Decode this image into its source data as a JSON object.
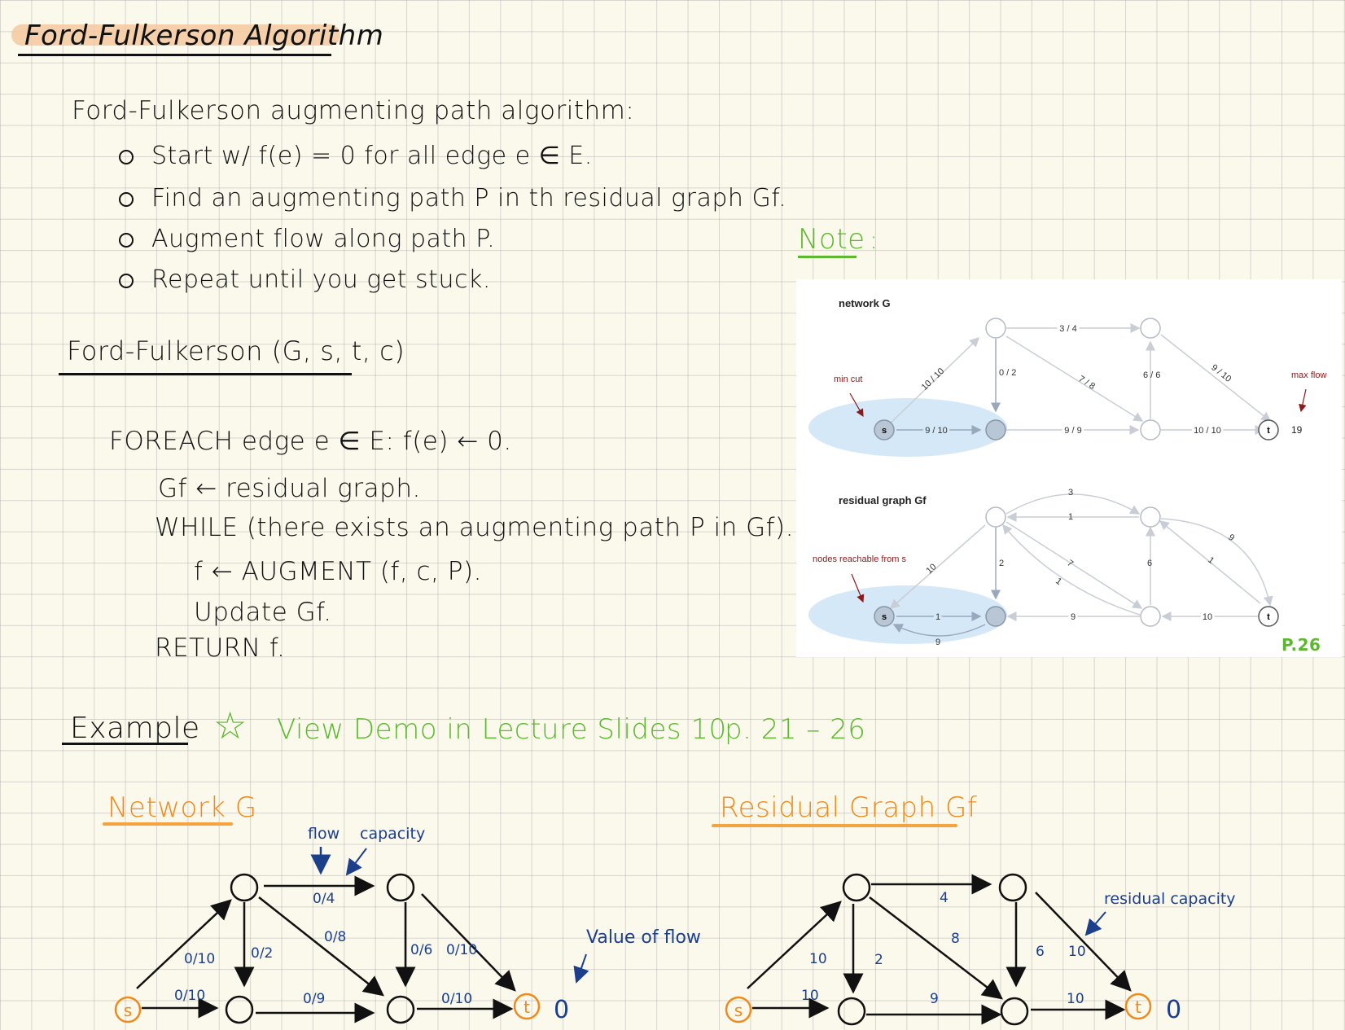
{
  "title": "Ford-Fulkerson Algorithm",
  "intro": {
    "heading": "Ford-Fulkerson augmenting path algorithm:",
    "bullets": [
      "Start w/ f(e) = 0 for all edge e ∈ E.",
      "Find an augmenting path P in th residual graph Gf.",
      "Augment flow along path P.",
      "Repeat until you get stuck."
    ]
  },
  "pseudocode": {
    "signature": "Ford-Fulkerson (G, s, t, c)",
    "lines": [
      "FOREACH edge e ∈ E: f(e) ← 0.",
      "Gf ← residual graph.",
      "WHILE (there exists an augmenting path P in Gf).",
      "f ← AUGMENT (f, c, P).",
      "Update Gf.",
      "RETURN f."
    ]
  },
  "note": {
    "label": "Note",
    "colon": ":",
    "page": "P.26",
    "slide": {
      "network_title": "network G",
      "residual_title": "residual graph Gf",
      "min_cut_label": "min cut",
      "max_flow_label": "max flow",
      "max_flow_value": "19",
      "reachable_label": "nodes reachable from s",
      "node_s": "s",
      "node_t": "t",
      "network_edges": {
        "top": "3 / 4",
        "s_a": "10 / 10",
        "a_b": "0 / 2",
        "a_d": "7 / 8",
        "c_d": "6 / 6",
        "c_t": "9 / 10",
        "s_b": "9 / 10",
        "b_d": "9 / 9",
        "d_t": "10 / 10"
      },
      "residual_edges": {
        "top_fwd": "3",
        "top_back": "1",
        "s_a": "10",
        "a_b": "2",
        "a_d_fwd": "7",
        "a_d_back": "1",
        "c_d": "6",
        "c_t_fwd": "9",
        "c_t_back": "1",
        "s_b": "1",
        "b_s": "9",
        "b_d": "9",
        "d_t": "10"
      }
    }
  },
  "example": {
    "label": "Example",
    "star": "☆",
    "demo_text": "View Demo in Lecture Slides 10",
    "demo_pages": "p. 21 – 26"
  },
  "network": {
    "title": "Network G",
    "flow_label": "flow",
    "capacity_label": "capacity",
    "value_of_flow_label": "Value of flow",
    "value": "0",
    "node_s": "s",
    "node_t": "t",
    "edges": {
      "top": "0/4",
      "s_a": "0/10",
      "a_b": "0/2",
      "a_d": "0/8",
      "c_d": "0/6",
      "c_t": "0/10",
      "s_b": "0/10",
      "b_d": "0/9",
      "d_t": "0/10"
    }
  },
  "residual": {
    "title": "Residual Graph Gf",
    "residual_capacity_label": "residual capacity",
    "value": "0",
    "node_s": "s",
    "node_t": "t",
    "edges": {
      "top": "4",
      "s_a": "10",
      "a_b": "2",
      "a_d": "8",
      "c_d": "6",
      "c_t": "10",
      "s_b": "10",
      "b_d": "9",
      "d_t": "10"
    }
  }
}
